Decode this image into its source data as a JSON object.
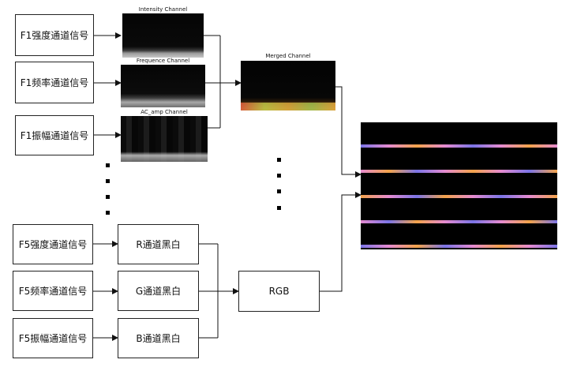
{
  "f1_inputs": [
    "F1强度通道信号",
    "F1频率通道信号",
    "F1振幅通道信号"
  ],
  "f1_channels": [
    "Intensity Channel",
    "Frequence Channel",
    "AC_amp Channel"
  ],
  "merged_label": "Merged Channel",
  "f5_inputs": [
    "F5强度通道信号",
    "F5频率通道信号",
    "F5振幅通道信号"
  ],
  "f5_gray": [
    "R通道黑白",
    "G通道黑白",
    "B通道黑白"
  ],
  "rgb_label": "RGB",
  "colors": {
    "line": "#111111",
    "image_bg": "#000000",
    "stripe_pink": "#e58bd0",
    "stripe_orange": "#f3a34a",
    "stripe_blue": "#7b74e6"
  }
}
